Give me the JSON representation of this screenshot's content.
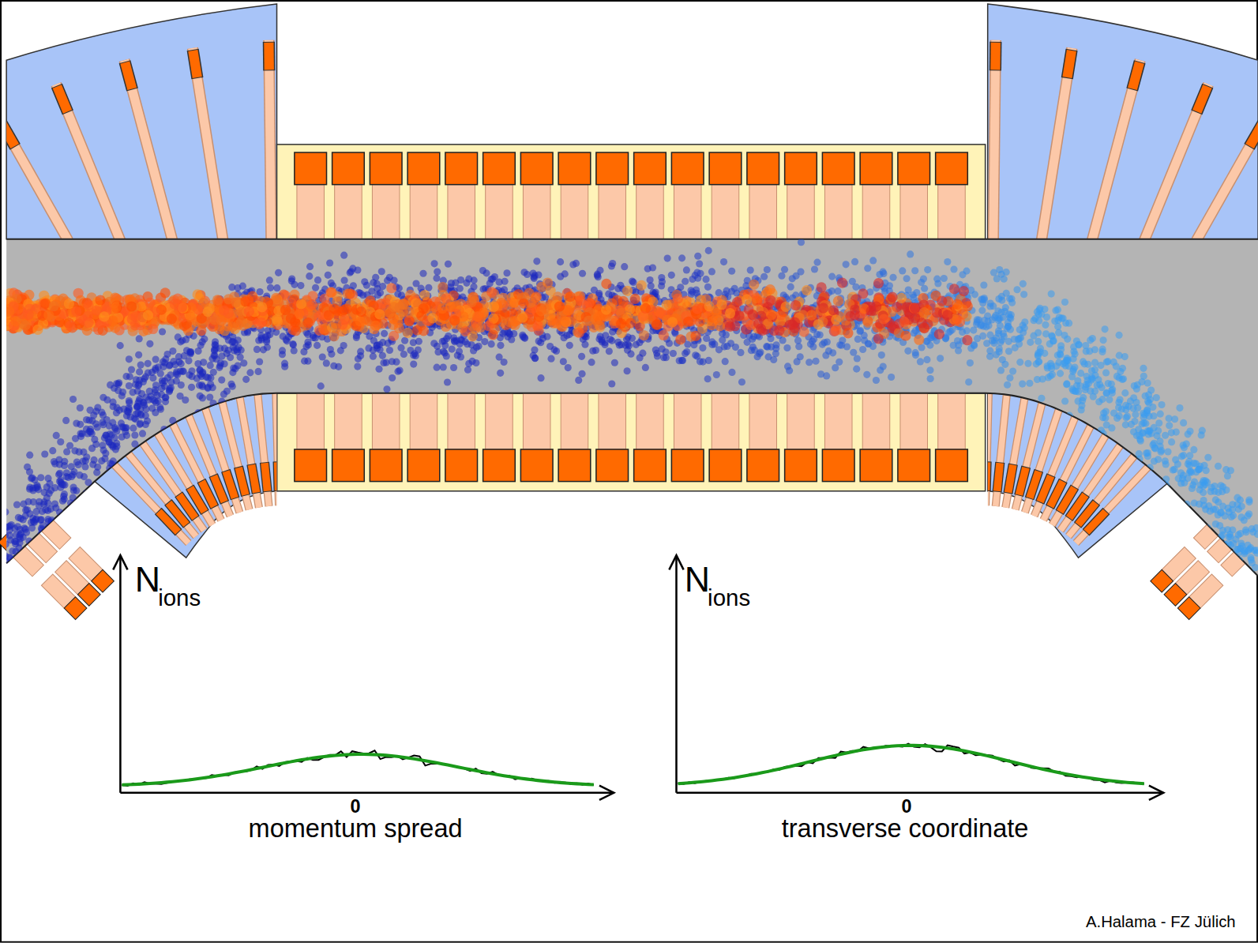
{
  "diagram": {
    "labels": [
      "N",
      "ions",
      "0",
      "momentum spread",
      "N",
      "ions",
      "0",
      "transverse coordinate",
      "A.Halama - FZ Jülich"
    ]
  }
}
